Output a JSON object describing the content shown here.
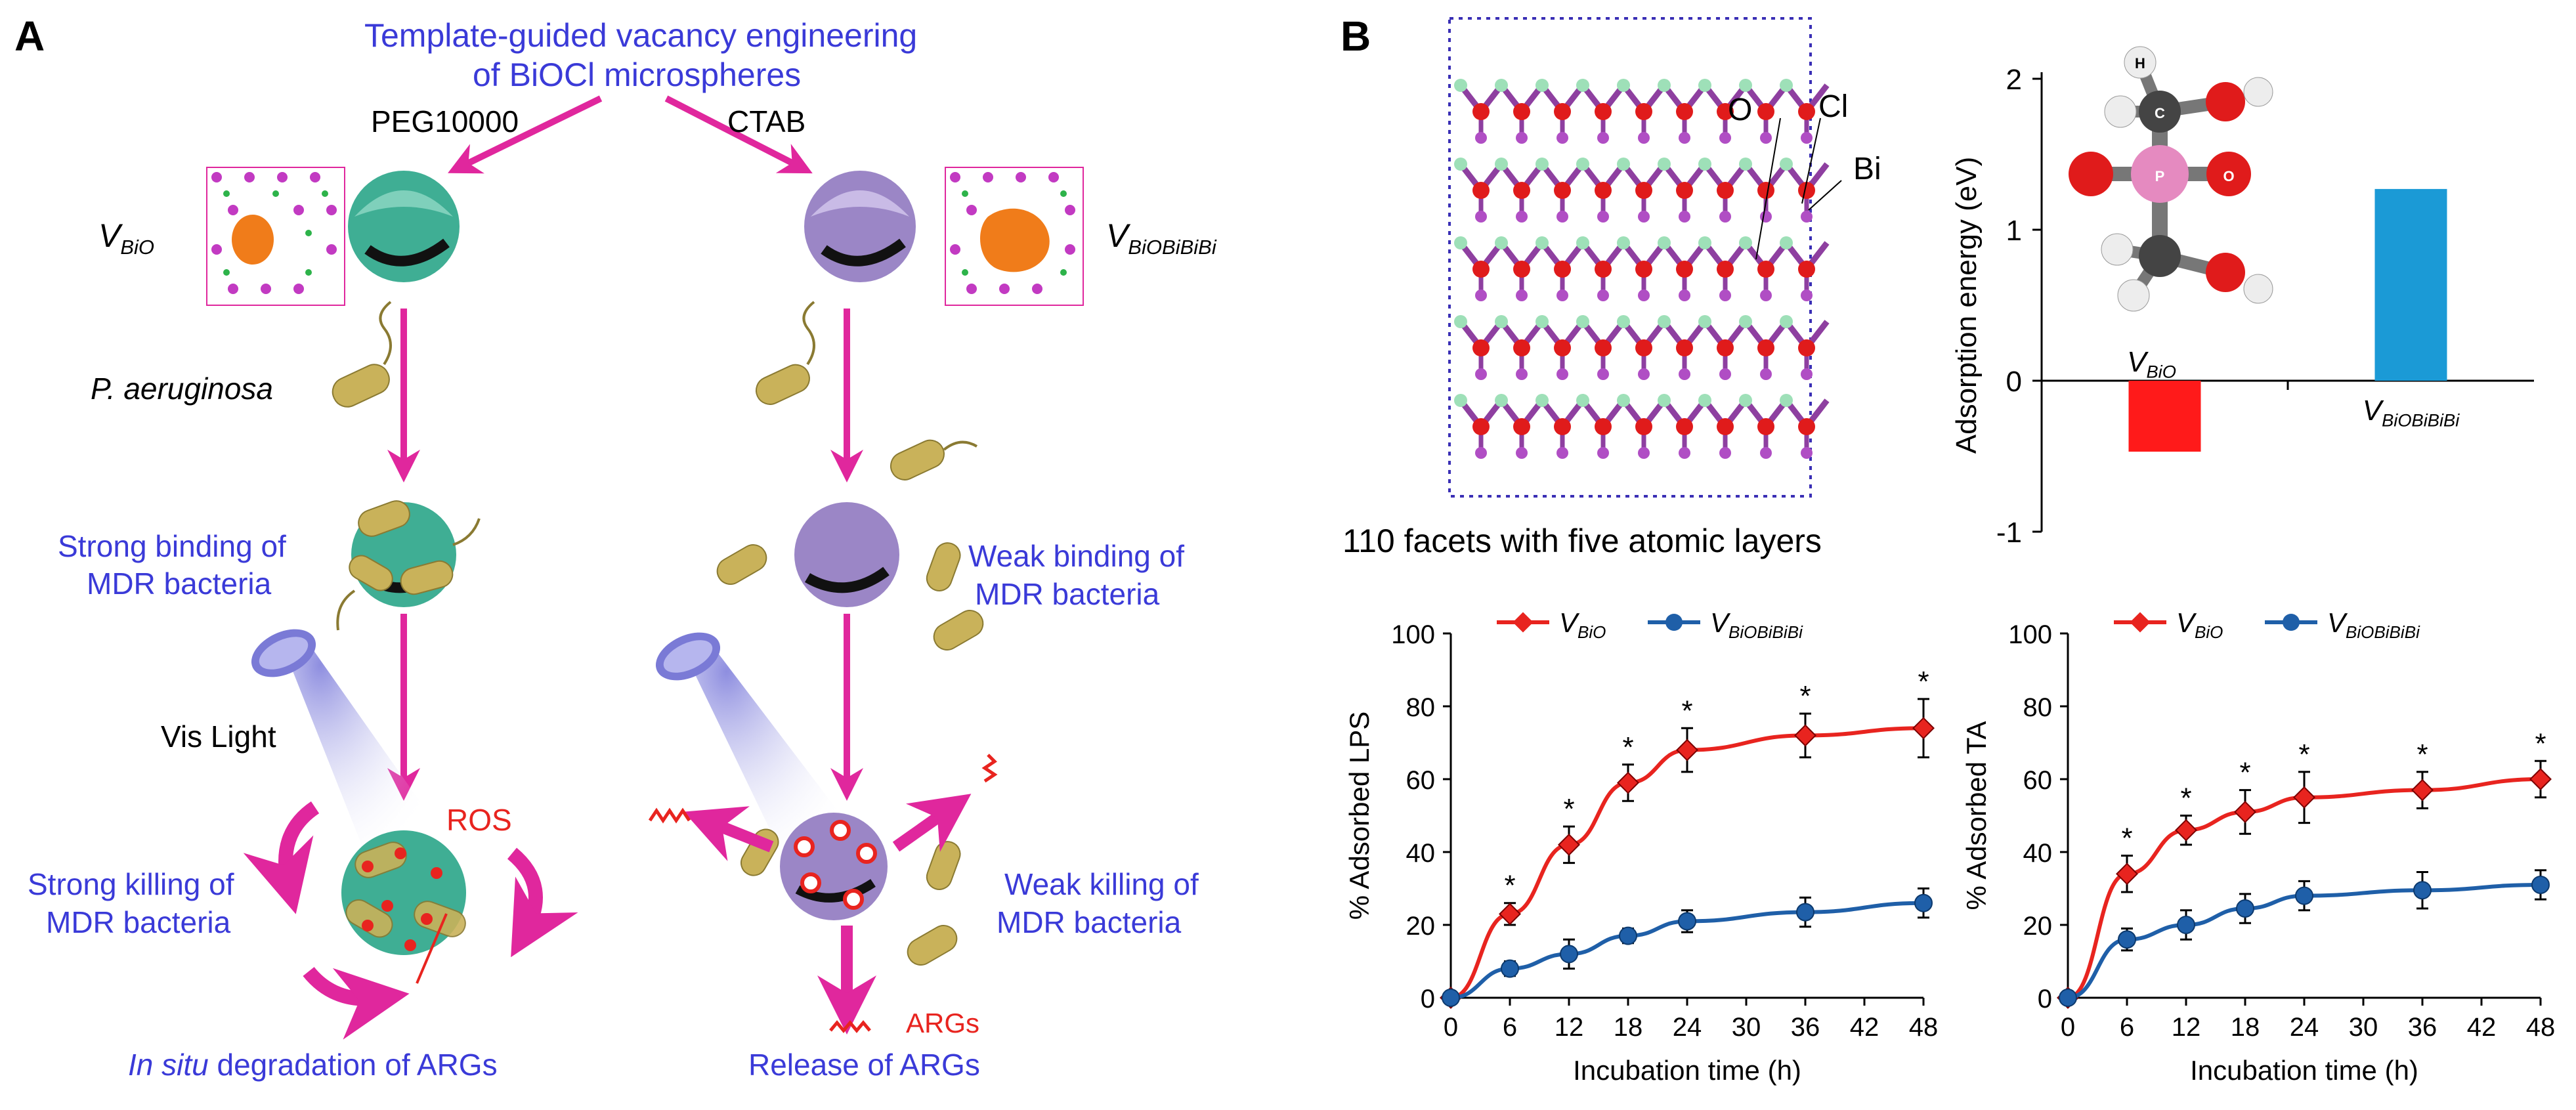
{
  "panel_a": {
    "letter": "A",
    "title_line1": "Template-guided vacancy engineering",
    "title_line2": "of BiOCl microspheres",
    "template_left": "PEG10000",
    "template_right": "CTAB",
    "vacancy_left": {
      "main": "V",
      "sub": "BiO"
    },
    "vacancy_right": {
      "main": "V",
      "sub": "BiOBiBiBi"
    },
    "bacterium_label": "P. aeruginosa",
    "strong_binding": [
      "Strong binding of",
      "MDR bacteria"
    ],
    "weak_binding": [
      "Weak binding of",
      "MDR bacteria"
    ],
    "vis_light": "Vis Light",
    "ros": "ROS",
    "strong_killing": [
      "Strong killing of",
      "MDR bacteria"
    ],
    "weak_killing": [
      "Weak killing of",
      "MDR bacteria"
    ],
    "args": "ARGs",
    "insitu_italic": "In situ",
    "insitu_rest": " degradation of ARGs",
    "release": "Release of ARGs"
  },
  "panel_b": {
    "letter": "B",
    "structure_caption": "110 facets with five atomic layers",
    "atom_labels": [
      "O",
      "Cl",
      "Bi"
    ],
    "molecule_atoms": {
      "H": "H",
      "C": "C",
      "P": "P",
      "O": "O"
    }
  },
  "colors": {
    "blue_text": "#3a3ad8",
    "red": "#e8241f",
    "series_red": "#e8241f",
    "series_blue": "#1f5fa8",
    "bar_blue": "#1b9ad6",
    "arrow_magenta": "#e0279d",
    "particle_teal": "#3fae94",
    "particle_purple": "#9b86c6",
    "bacteria": "#c9b25a"
  },
  "chart_data": [
    {
      "type": "bar",
      "ylabel": "Adsorption energy (eV)",
      "categories": [
        {
          "main": "V",
          "sub": "BiO"
        },
        {
          "main": "V",
          "sub": "BiOBiBiBi"
        }
      ],
      "values": [
        -0.47,
        1.27
      ],
      "bar_colors": [
        "#ff1a1a",
        "#1b9ad6"
      ],
      "ylim": [
        -1,
        2
      ],
      "yticks": [
        "-1",
        "0",
        "1",
        "2"
      ]
    },
    {
      "type": "line",
      "ylabel": "% Adsorbed LPS",
      "xlabel": "Incubation time (h)",
      "x": [
        0,
        6,
        12,
        18,
        24,
        36,
        48
      ],
      "xticks": [
        "0",
        "6",
        "12",
        "18",
        "24",
        "30",
        "36",
        "42",
        "48"
      ],
      "yticks": [
        "0",
        "20",
        "40",
        "60",
        "80",
        "100"
      ],
      "xlim": [
        0,
        48
      ],
      "ylim": [
        0,
        100
      ],
      "legend": "top",
      "significance_mark": "*",
      "significant_x": [
        6,
        12,
        18,
        24,
        36,
        48
      ],
      "series": [
        {
          "name": {
            "main": "V",
            "sub": "BiO"
          },
          "values": [
            0,
            23,
            42,
            59,
            68,
            72,
            74
          ],
          "errors": [
            0,
            3,
            5,
            5,
            6,
            6,
            8
          ]
        },
        {
          "name": {
            "main": "V",
            "sub": "BiOBiBiBi"
          },
          "values": [
            0,
            8,
            12,
            17,
            21,
            23.5,
            26
          ],
          "errors": [
            0,
            2,
            4,
            2,
            3,
            4,
            4
          ]
        }
      ]
    },
    {
      "type": "line",
      "ylabel": "% Adsorbed TA",
      "xlabel": "Incubation time (h)",
      "x": [
        0,
        6,
        12,
        18,
        24,
        36,
        48
      ],
      "xticks": [
        "0",
        "6",
        "12",
        "18",
        "24",
        "30",
        "36",
        "42",
        "48"
      ],
      "yticks": [
        "0",
        "20",
        "40",
        "60",
        "80",
        "100"
      ],
      "xlim": [
        0,
        48
      ],
      "ylim": [
        0,
        100
      ],
      "legend": "top",
      "significance_mark": "*",
      "significant_x": [
        6,
        12,
        18,
        24,
        36,
        48
      ],
      "series": [
        {
          "name": {
            "main": "V",
            "sub": "BiO"
          },
          "values": [
            0,
            34,
            46,
            51,
            55,
            57,
            60
          ],
          "errors": [
            0,
            5,
            4,
            6,
            7,
            5,
            5
          ]
        },
        {
          "name": {
            "main": "V",
            "sub": "BiOBiBiBi"
          },
          "values": [
            0,
            16,
            20,
            24.5,
            28,
            29.5,
            31
          ],
          "errors": [
            0,
            3,
            4,
            4,
            4,
            5,
            4
          ]
        }
      ]
    }
  ]
}
